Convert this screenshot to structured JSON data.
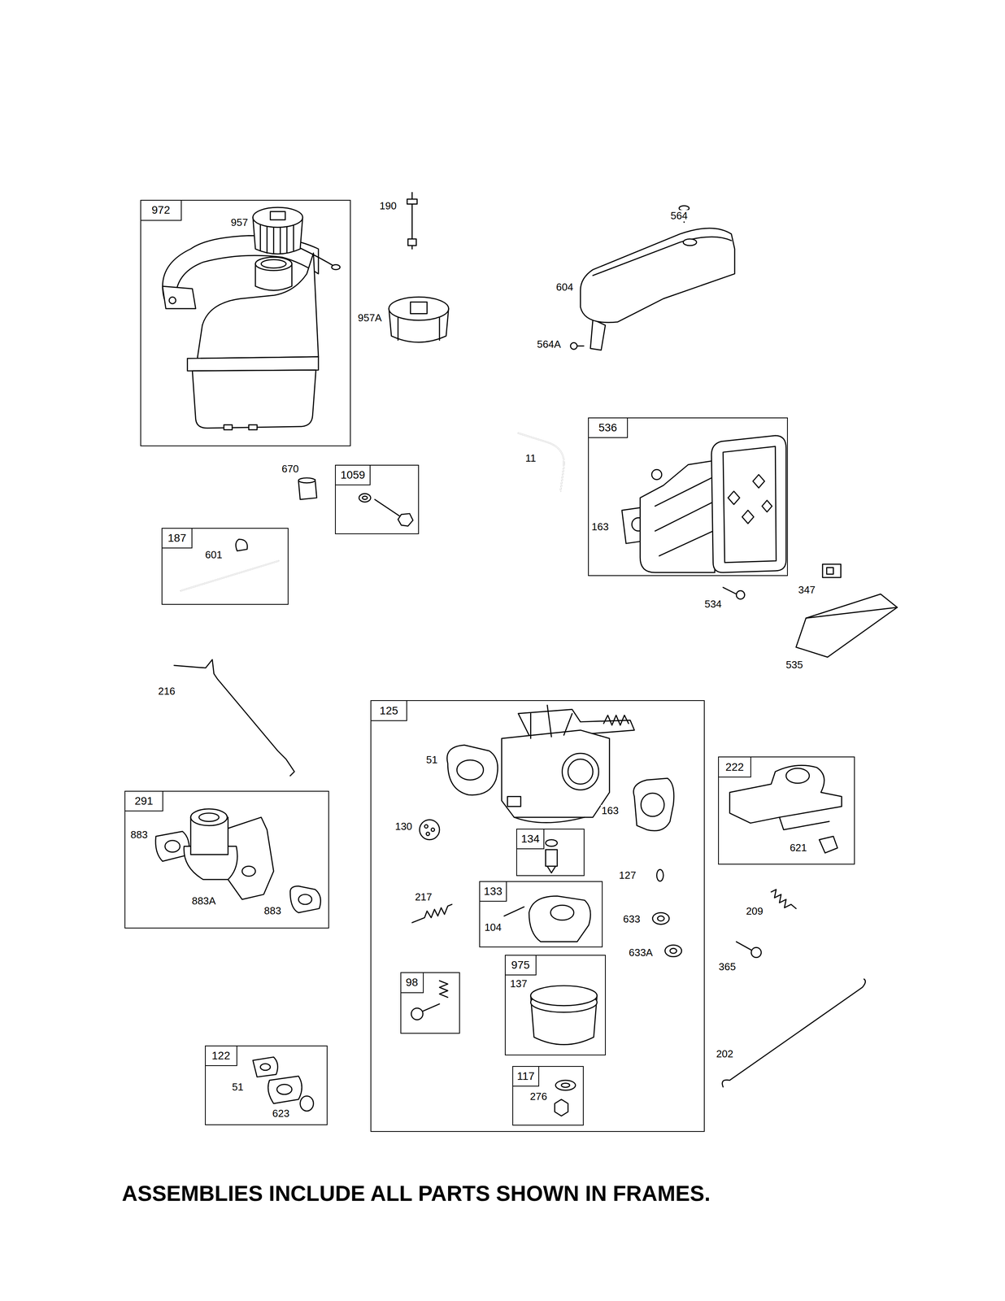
{
  "diagram": {
    "caption": "ASSEMBLIES INCLUDE ALL PARTS SHOWN IN FRAMES.",
    "nodes": [
      {
        "text": [
          "972",
          "957"
        ]
      },
      {
        "text": [
          "536",
          "163"
        ]
      },
      {
        "text": [
          "1059"
        ]
      },
      {
        "text": [
          "187",
          "601"
        ]
      },
      {
        "text": [
          "125",
          "51",
          "163",
          "130",
          "127",
          "217",
          "633",
          "633A"
        ]
      },
      {
        "text": [
          "134"
        ],
        "in": 4
      },
      {
        "text": [
          "133",
          "104"
        ],
        "in": 4
      },
      {
        "text": [
          "98"
        ],
        "in": 4
      },
      {
        "text": [
          "975",
          "137"
        ],
        "in": 4
      },
      {
        "text": [
          "117",
          "276"
        ],
        "in": 4
      },
      {
        "text": [
          "222",
          "621"
        ]
      },
      {
        "text": [
          "291",
          "883",
          "883A",
          "883"
        ]
      },
      {
        "text": [
          "122",
          "51",
          "623"
        ]
      }
    ],
    "labels": [
      "190",
      "564",
      "604",
      "957A",
      "564A",
      "670",
      "11",
      "534",
      "347",
      "535",
      "216",
      "209",
      "365",
      "202"
    ]
  }
}
